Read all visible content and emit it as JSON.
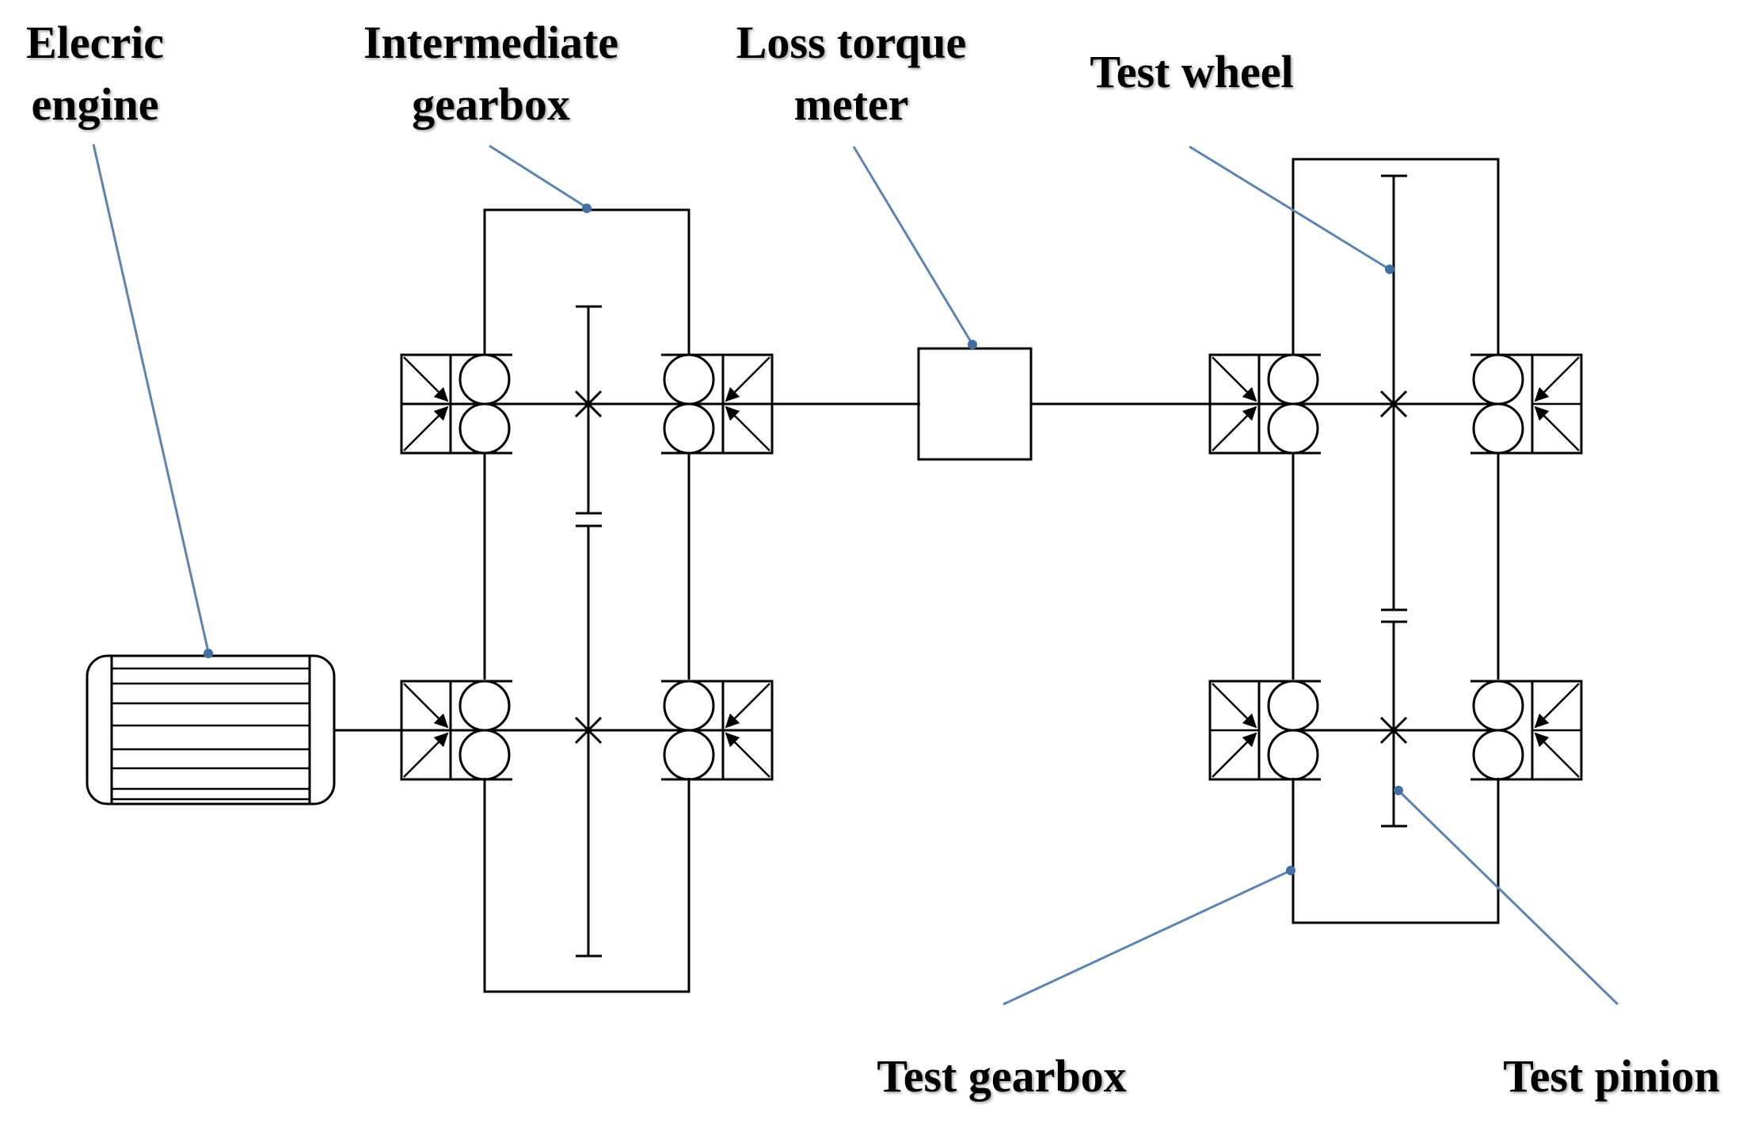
{
  "labels": {
    "electric_engine": [
      "Elecric",
      "engine"
    ],
    "intermediate_gearbox": [
      "Intermediate",
      "gearbox"
    ],
    "loss_torque_meter": [
      "Loss torque",
      "meter"
    ],
    "test_wheel": "Test wheel",
    "test_gearbox": "Test gearbox",
    "test_pinion": "Test pinion"
  },
  "colors": {
    "line": "#000000",
    "leader": "#5b84b3",
    "leader_dot": "#3f6fa3",
    "background": "#ffffff"
  }
}
